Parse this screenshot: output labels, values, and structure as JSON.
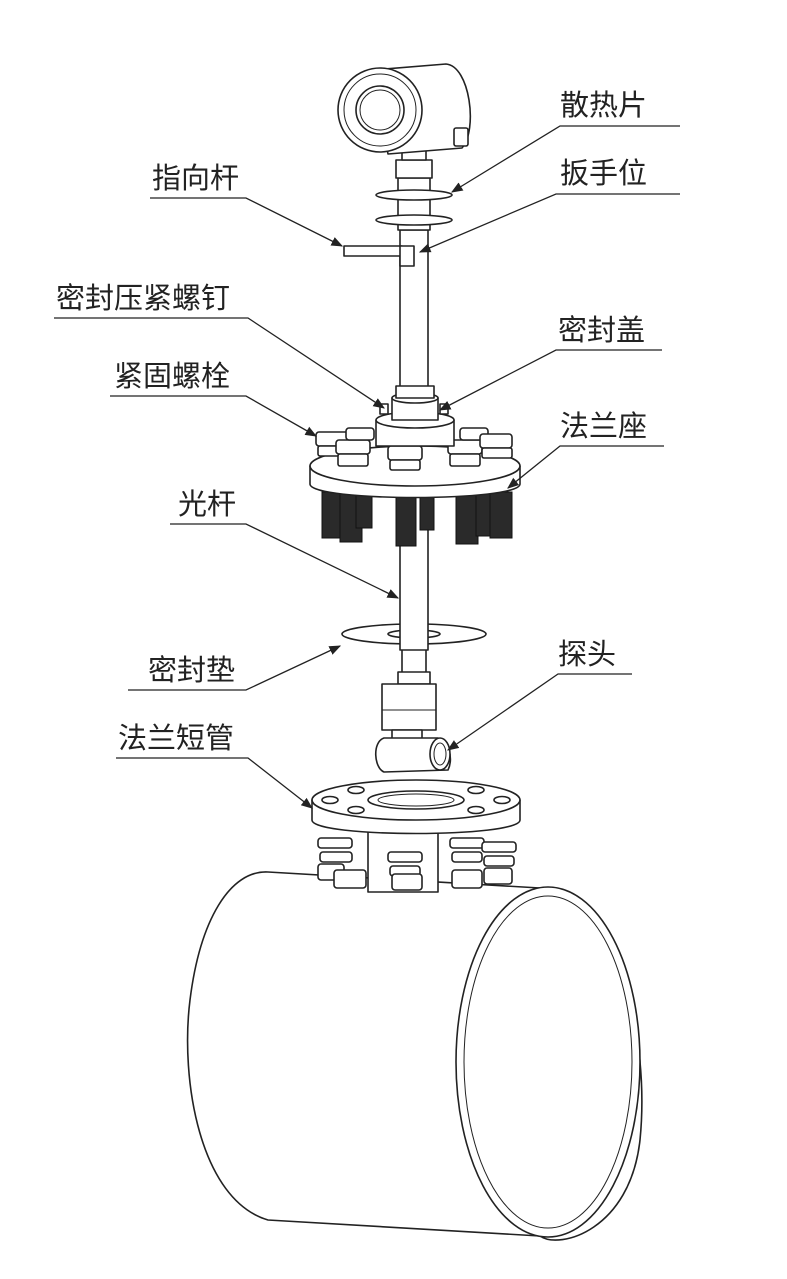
{
  "labels": {
    "heat_sink": "散热片",
    "wrench_position": "扳手位",
    "pointer_rod": "指向杆",
    "seal_press_screw": "密封压紧螺钉",
    "seal_cover": "密封盖",
    "fastening_bolt": "紧固螺栓",
    "flange_seat": "法兰座",
    "polished_rod": "光杆",
    "seal_gasket": "密封垫",
    "probe": "探头",
    "flange_short_pipe": "法兰短管"
  }
}
